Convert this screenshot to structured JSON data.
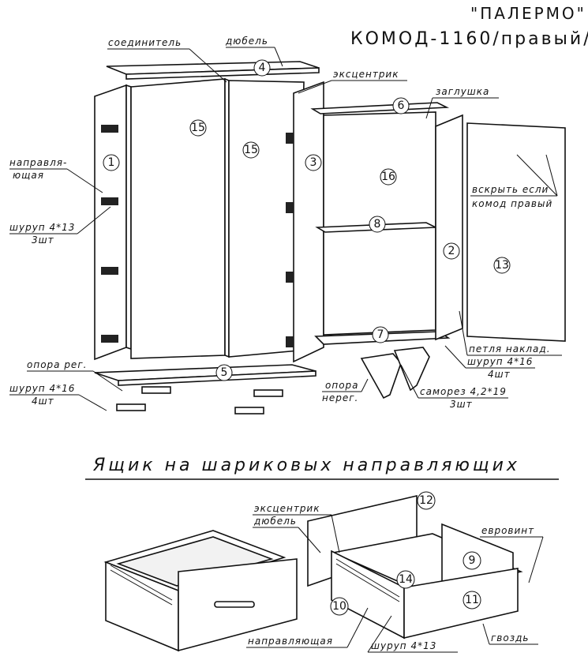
{
  "header": {
    "model_name": "\"ПАЛЕРМО\"",
    "product": "КОМОД-1160/правый/"
  },
  "section_title": "Ящик на шариковых направляющих",
  "labels": {
    "soedinitel": "соединитель",
    "dyubel": "дюбель",
    "ekscentrik": "эксцентрик",
    "zaglushka": "заглушка",
    "napravl_1": "направля-",
    "napravl_2": "ющая",
    "shurup413": "шуруп 4*13",
    "sht3": "3шт",
    "opora_reg": "опора рег.",
    "shurup416": "шуруп 4*16",
    "sht4": "4шт",
    "vskryt_1": "вскрыть если",
    "vskryt_2": "комод правый",
    "petlya": "петля наклад.",
    "shurup416b": "шуруп 4*16",
    "sht4b": "4шт",
    "opora_nereg_1": "опора",
    "opora_nereg_2": "нерег.",
    "samorez": "саморез 4,2*19",
    "sht3b": "3шт",
    "ekscentrik2": "эксцентрик",
    "dyubel2": "дюбель",
    "evrovint": "евровинт",
    "napravlyayushchaya": "направляющая",
    "shurup413b": "шуруп 4*13",
    "gvozd": "гвоздь"
  },
  "part_numbers": [
    "1",
    "2",
    "3",
    "4",
    "5",
    "6",
    "7",
    "8",
    "9",
    "10",
    "11",
    "12",
    "13",
    "14",
    "15",
    "15",
    "16"
  ]
}
